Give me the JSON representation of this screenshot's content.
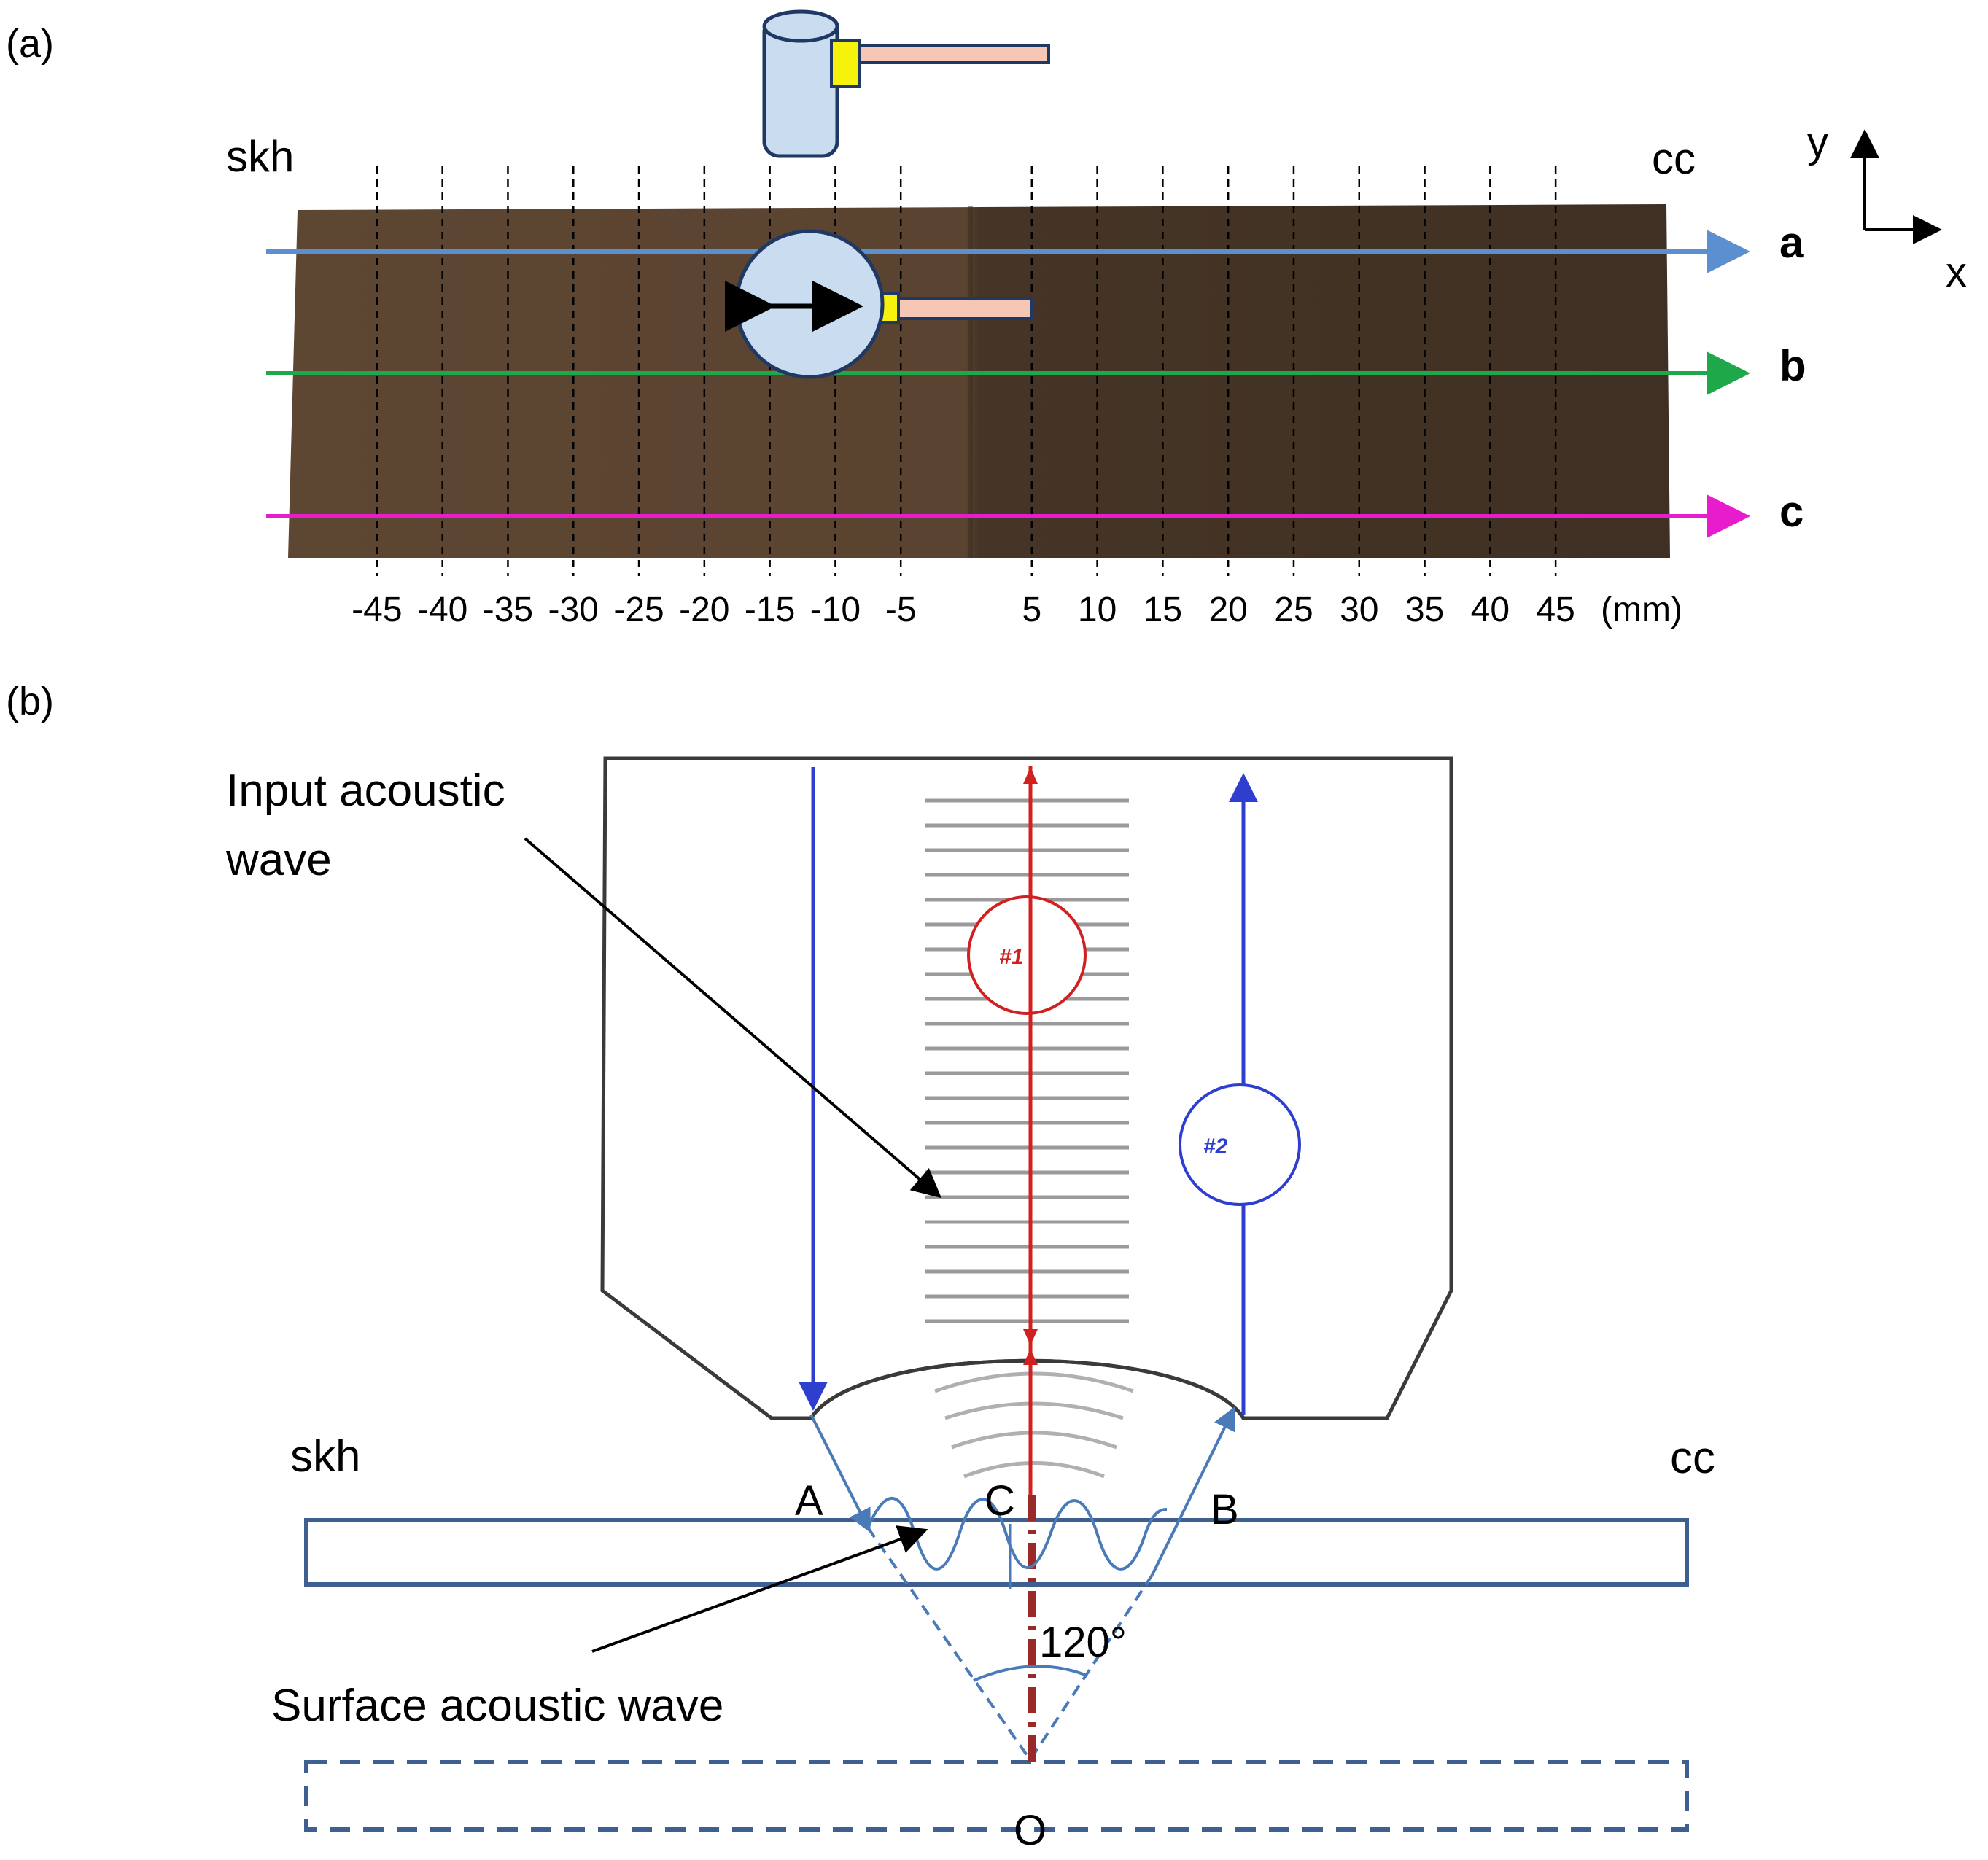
{
  "panel_a": {
    "label": "(a)",
    "left_material": "skh",
    "right_material": "cc",
    "axes": {
      "y": "y",
      "x": "x"
    },
    "scan_lines": [
      {
        "name": "a",
        "color": "#5b8fd0"
      },
      {
        "name": "b",
        "color": "#1fa84a"
      },
      {
        "name": "c",
        "color": "#e61ccd"
      }
    ],
    "ticks": [
      "-45",
      "-40",
      "-35",
      "-30",
      "-25",
      "-20",
      "-15",
      "-10",
      "-5",
      "5",
      "10",
      "15",
      "20",
      "25",
      "30",
      "35",
      "40",
      "45"
    ],
    "unit": "(mm)"
  },
  "panel_b": {
    "label": "(b)",
    "input_wave_label_line1": "Input acoustic",
    "input_wave_label_line2": "wave",
    "surface_wave_label": "Surface acoustic  wave",
    "left_material": "skh",
    "right_material": "cc",
    "point_a": "A",
    "point_b": "B",
    "point_c": "C",
    "point_o": "O",
    "angle": "120°",
    "path1": "#1",
    "path2": "#2"
  },
  "colors": {
    "sample": "#5a4330",
    "sample_dark": "#3e2f22",
    "probe": "#c9dcf0",
    "probe_stroke": "#1f3864",
    "holder": "#f7c7b6",
    "clip": "#f7f20c",
    "path_red": "#d02020",
    "path_blue": "#2e3fd0",
    "surface_blue": "#3e5f8f",
    "wave_blue": "#4a7ab8"
  }
}
